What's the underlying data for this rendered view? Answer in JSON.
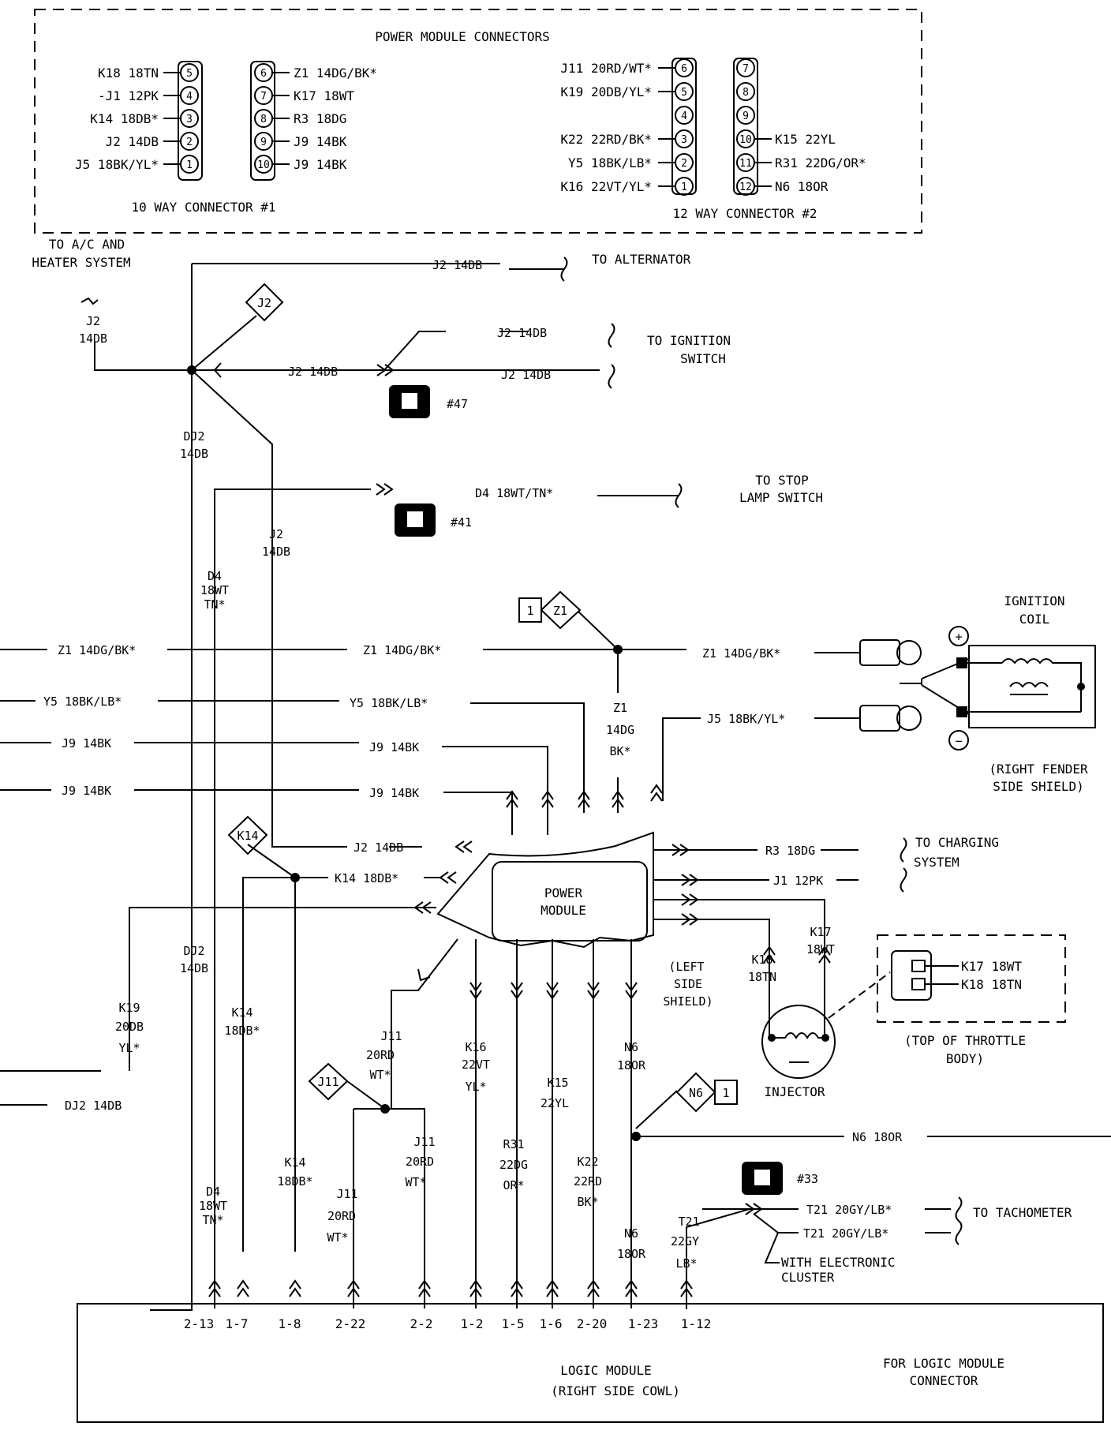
{
  "colors": {
    "ink": "#000000",
    "paper": "#ffffff"
  },
  "header": {
    "title": "POWER MODULE CONNECTORS",
    "connector1_label": "10 WAY CONNECTOR #1",
    "connector2_label": "12 WAY CONNECTOR #2"
  },
  "connector1": {
    "left_pins": [
      {
        "pin": "5",
        "label": "K18 18TN"
      },
      {
        "pin": "4",
        "label": "-J1 12PK"
      },
      {
        "pin": "3",
        "label": "K14 18DB*"
      },
      {
        "pin": "2",
        "label": "J2 14DB"
      },
      {
        "pin": "1",
        "label": "J5 18BK/YL*"
      }
    ],
    "right_pins": [
      {
        "pin": "6",
        "label": "Z1 14DG/BK*"
      },
      {
        "pin": "7",
        "label": "K17 18WT"
      },
      {
        "pin": "8",
        "label": "R3 18DG"
      },
      {
        "pin": "9",
        "label": "J9 14BK"
      },
      {
        "pin": "10",
        "label": "J9 14BK"
      }
    ]
  },
  "connector2": {
    "left_pins": [
      {
        "pin": "6",
        "label": "J11 20RD/WT*"
      },
      {
        "pin": "5",
        "label": "K19 20DB/YL*"
      },
      {
        "pin": "4",
        "label": ""
      },
      {
        "pin": "3",
        "label": "K22 22RD/BK*"
      },
      {
        "pin": "2",
        "label": "Y5 18BK/LB*"
      },
      {
        "pin": "1",
        "label": "K16 22VT/YL*"
      }
    ],
    "right_pins": [
      {
        "pin": "7",
        "label": ""
      },
      {
        "pin": "8",
        "label": ""
      },
      {
        "pin": "9",
        "label": ""
      },
      {
        "pin": "10",
        "label": "K15 22YL"
      },
      {
        "pin": "11",
        "label": "R31 22DG/OR*"
      },
      {
        "pin": "12",
        "label": "N6 18OR"
      }
    ]
  },
  "destinations": {
    "ac_heater_1": "TO A/C AND",
    "ac_heater_2": "HEATER SYSTEM",
    "alternator": "TO ALTERNATOR",
    "ignition_1": "TO IGNITION",
    "ignition_2": "SWITCH",
    "stop_lamp_1": "TO STOP",
    "stop_lamp_2": "LAMP SWITCH",
    "charging_1": "TO CHARGING",
    "charging_2": "SYSTEM",
    "tachometer": "TO TACHOMETER",
    "cluster_1": "WITH ELECTRONIC",
    "cluster_2": "CLUSTER"
  },
  "components": {
    "ignition_coil_1": "IGNITION",
    "ignition_coil_2": "COIL",
    "fender_1": "(RIGHT FENDER",
    "fender_2": "SIDE SHIELD)",
    "power_module_1": "POWER",
    "power_module_2": "MODULE",
    "left_shield_1": "(LEFT",
    "left_shield_2": "SIDE",
    "left_shield_3": "SHIELD)",
    "injector": "INJECTOR",
    "throttle_1": "(TOP OF THROTTLE",
    "throttle_2": "BODY)",
    "throttle_k17": "K17 18WT",
    "throttle_k18": "K18 18TN",
    "logic_module_1": "LOGIC MODULE",
    "logic_module_2": "(RIGHT SIDE COWL)",
    "logic_connector_1": "FOR LOGIC MODULE",
    "logic_connector_2": "CONNECTOR",
    "coil_plus": "+",
    "coil_minus": "−"
  },
  "splices": {
    "j2": "J2",
    "z1": "Z1",
    "z1_ref": "1",
    "k14": "K14",
    "j11": "J11",
    "n6": "N6",
    "n6_ref": "1"
  },
  "page_refs": {
    "ref47": "#47",
    "ref41": "#41",
    "ref33": "#33"
  },
  "wires": {
    "j2_top": "J2 14DB",
    "j2_left_1": "J2",
    "j2_left_2": "14DB",
    "j2_mid": "J2 14DB",
    "j2_ign_a": "J2 14DB",
    "j2_ign_b": "J2 14DB",
    "dj2_1": "DJ2",
    "dj2_2": "14DB",
    "d4_stop": "D4 18WT/TN*",
    "j2_down_1": "J2",
    "j2_down_2": "14DB",
    "d4_1": "D4",
    "d4_2": "18WT",
    "d4_3": "TN*",
    "z1_left": "Z1 14DG/BK*",
    "z1_mid": "Z1 14DG/BK*",
    "z1_right": "Z1 14DG/BK*",
    "y5_left": "Y5 18BK/LB*",
    "y5_mid": "Y5 18BK/LB*",
    "z1_v1": "Z1",
    "z1_v2": "14DG",
    "z1_v3": "BK*",
    "j5_right": "J5 18BK/YL*",
    "j9_l1": "J9 14BK",
    "j9_m1": "J9 14BK",
    "j9_l2": "J9 14BK",
    "j9_m2": "J9 14BK",
    "j2_pm": "J2 14DB",
    "k14_pm": "K14 18DB*",
    "r3": "R3 18DG",
    "j1": "J1 12PK",
    "k18_1": "K18",
    "k18_2": "18TN",
    "k17_1": "K17",
    "k17_2": "18WT",
    "dj2_low_1": "DJ2",
    "dj2_low_2": "14DB",
    "k19_1": "K19",
    "k19_2": "20DB",
    "k19_3": "YL*",
    "k14_a1": "K14",
    "k14_a2": "18DB*",
    "j11_a1": "J11",
    "j11_a2": "20RD",
    "j11_a3": "WT*",
    "k16_1": "K16",
    "k16_2": "22VT",
    "k16_3": "YL*",
    "k15_1": "K15",
    "k15_2": "22YL",
    "n6_a1": "N6",
    "n6_a2": "18OR",
    "dj2_bottom": "DJ2 14DB",
    "n6_right": "N6 18OR",
    "j11_b1": "J11",
    "j11_b2": "20RD",
    "j11_b3": "WT*",
    "r31_1": "R31",
    "r31_2": "22DG",
    "r31_3": "OR*",
    "k22_1": "K22",
    "k22_2": "22RD",
    "k22_3": "BK*",
    "k14_b1": "K14",
    "k14_b2": "18DB*",
    "d4_b1": "D4",
    "d4_b2": "18WT",
    "d4_b3": "TN*",
    "j11_c1": "J11",
    "j11_c2": "20RD",
    "j11_c3": "WT*",
    "n6_b1": "N6",
    "n6_b2": "18OR",
    "t21_a": "T21 20GY/LB*",
    "t21_b": "T21 20GY/LB*",
    "t21_v1": "T21",
    "t21_v2": "22GY",
    "t21_v3": "LB*"
  },
  "logic_pins": [
    "2-13",
    "1-7",
    "1-8",
    "2-22",
    "2-2",
    "1-2",
    "1-5",
    "1-6",
    "2-20",
    "1-23",
    "1-12"
  ]
}
